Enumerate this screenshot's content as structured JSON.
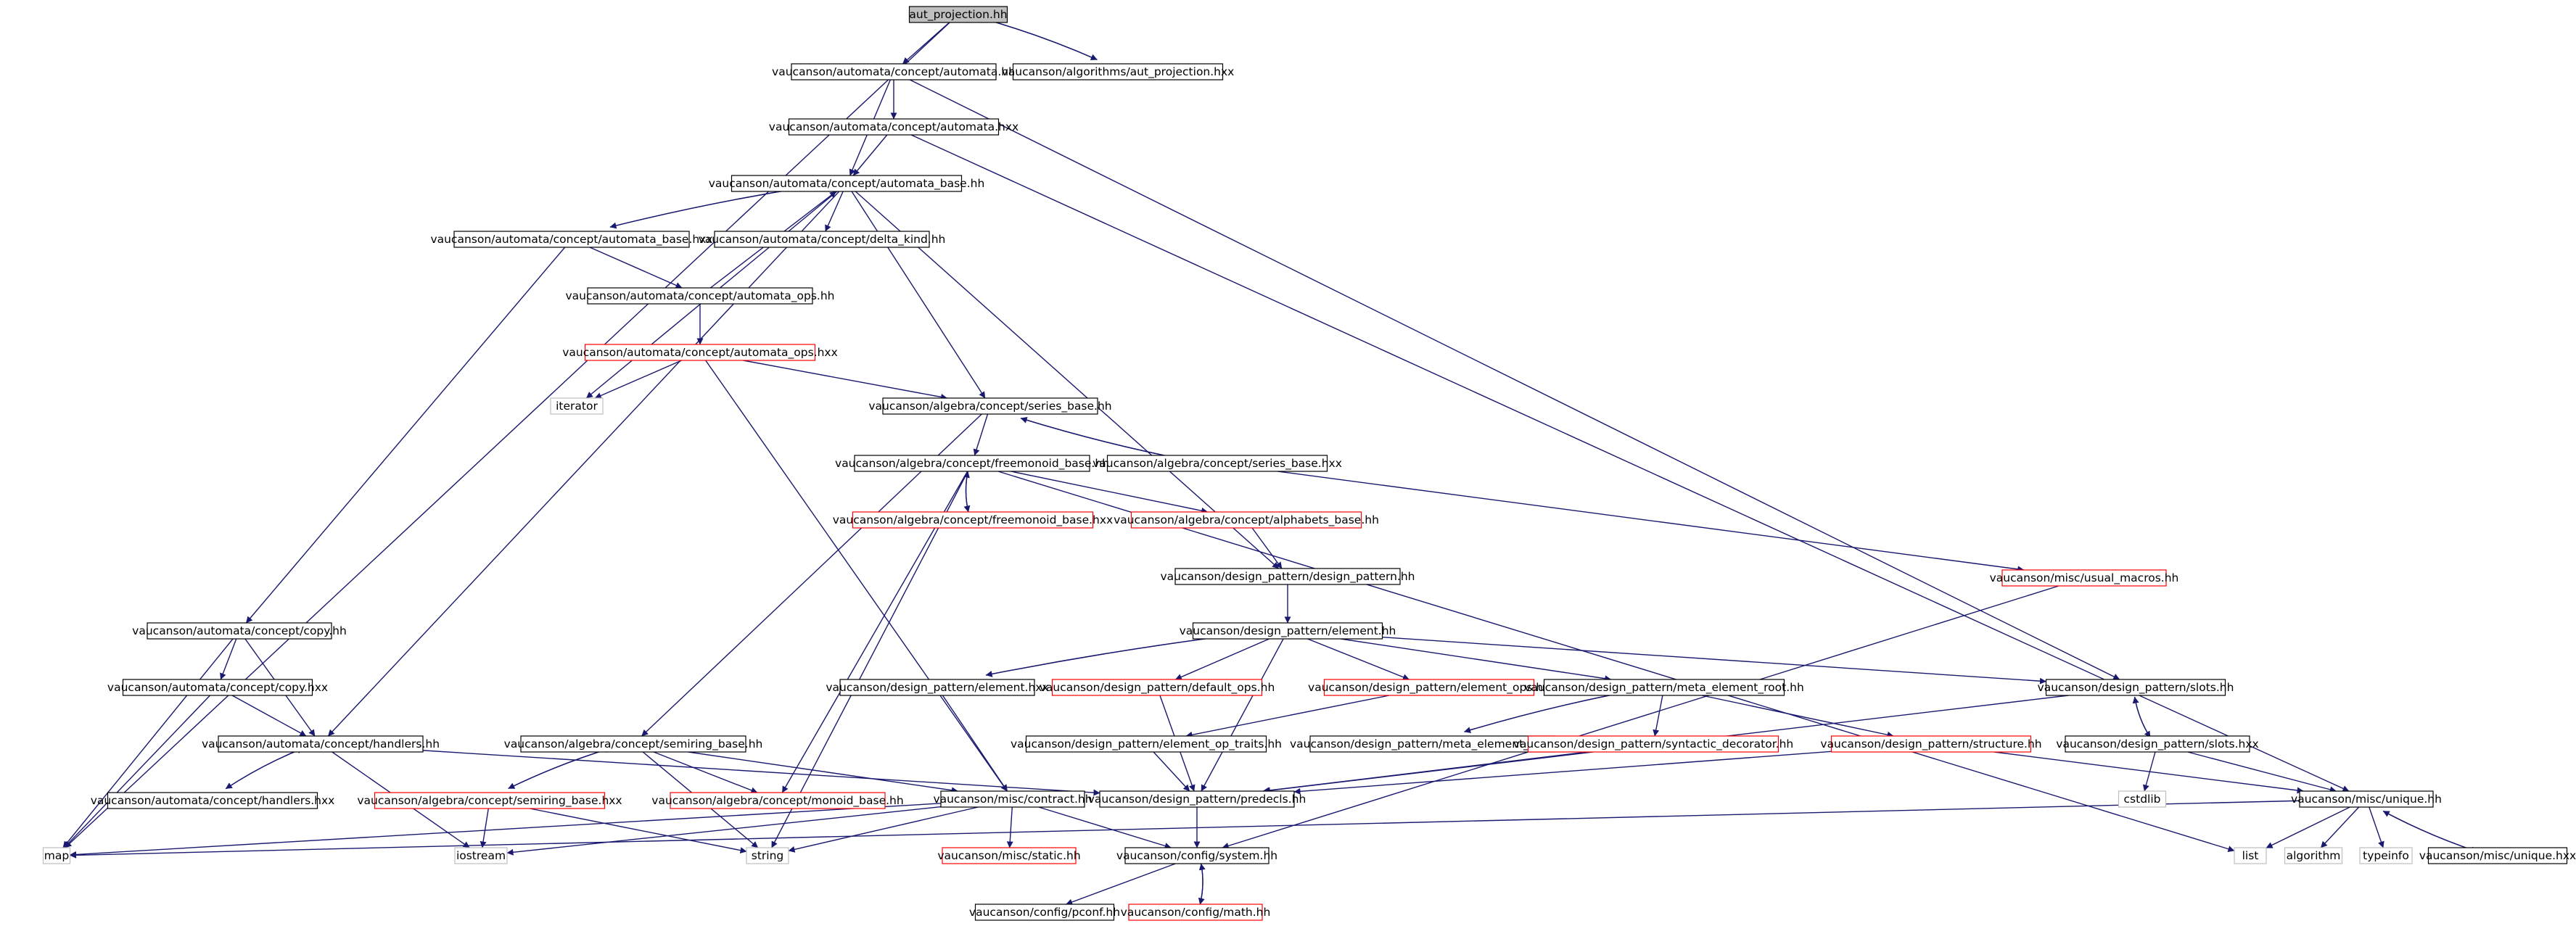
{
  "colors": {
    "edge": "#191970",
    "node_border": "#000000",
    "missing_border": "#ff0000",
    "external_border": "#bfbfbf",
    "root_fill": "#bfbfbf",
    "text": "#000000"
  },
  "nodes": [
    {
      "id": "root",
      "label": "aut_projection.hh",
      "style": "root"
    },
    {
      "id": "automata_hh",
      "label": "vaucanson/automata/concept/automata.hh",
      "style": "normal"
    },
    {
      "id": "alg_aut_proj_hxx",
      "label": "vaucanson/algorithms/aut_projection.hxx",
      "style": "normal"
    },
    {
      "id": "automata_hxx",
      "label": "vaucanson/automata/concept/automata.hxx",
      "style": "normal"
    },
    {
      "id": "automata_base_hh",
      "label": "vaucanson/automata/concept/automata_base.hh",
      "style": "normal"
    },
    {
      "id": "automata_base_hxx",
      "label": "vaucanson/automata/concept/automata_base.hxx",
      "style": "normal"
    },
    {
      "id": "delta_kind_hh",
      "label": "vaucanson/automata/concept/delta_kind.hh",
      "style": "normal"
    },
    {
      "id": "automata_ops_hh",
      "label": "vaucanson/automata/concept/automata_ops.hh",
      "style": "normal"
    },
    {
      "id": "automata_ops_hxx",
      "label": "vaucanson/automata/concept/automata_ops.hxx",
      "style": "missing"
    },
    {
      "id": "iterator",
      "label": "iterator",
      "style": "external"
    },
    {
      "id": "series_base_hh",
      "label": "vaucanson/algebra/concept/series_base.hh",
      "style": "normal"
    },
    {
      "id": "freemonoid_base_hh",
      "label": "vaucanson/algebra/concept/freemonoid_base.hh",
      "style": "normal"
    },
    {
      "id": "series_base_hxx",
      "label": "vaucanson/algebra/concept/series_base.hxx",
      "style": "normal"
    },
    {
      "id": "freemonoid_base_hxx",
      "label": "vaucanson/algebra/concept/freemonoid_base.hxx",
      "style": "missing"
    },
    {
      "id": "alphabets_base_hh",
      "label": "vaucanson/algebra/concept/alphabets_base.hh",
      "style": "missing"
    },
    {
      "id": "usual_macros_hh",
      "label": "vaucanson/misc/usual_macros.hh",
      "style": "missing"
    },
    {
      "id": "design_pattern_hh",
      "label": "vaucanson/design_pattern/design_pattern.hh",
      "style": "normal"
    },
    {
      "id": "copy_hh",
      "label": "vaucanson/automata/concept/copy.hh",
      "style": "normal"
    },
    {
      "id": "element_hh",
      "label": "vaucanson/design_pattern/element.hh",
      "style": "normal"
    },
    {
      "id": "copy_hxx",
      "label": "vaucanson/automata/concept/copy.hxx",
      "style": "normal"
    },
    {
      "id": "element_hxx",
      "label": "vaucanson/design_pattern/element.hxx",
      "style": "normal"
    },
    {
      "id": "default_ops_hh",
      "label": "vaucanson/design_pattern/default_ops.hh",
      "style": "missing"
    },
    {
      "id": "element_ops_hh",
      "label": "vaucanson/design_pattern/element_ops.hh",
      "style": "missing"
    },
    {
      "id": "meta_element_root_hh",
      "label": "vaucanson/design_pattern/meta_element_root.hh",
      "style": "normal"
    },
    {
      "id": "slots_hh",
      "label": "vaucanson/design_pattern/slots.hh",
      "style": "normal"
    },
    {
      "id": "handlers_hh",
      "label": "vaucanson/automata/concept/handlers.hh",
      "style": "normal"
    },
    {
      "id": "semiring_base_hh",
      "label": "vaucanson/algebra/concept/semiring_base.hh",
      "style": "normal"
    },
    {
      "id": "element_op_traits_hh",
      "label": "vaucanson/design_pattern/element_op_traits.hh",
      "style": "normal"
    },
    {
      "id": "meta_element_root_hxx",
      "label": "vaucanson/design_pattern/meta_element_root.hxx",
      "style": "normal"
    },
    {
      "id": "syntactic_decorator_hh",
      "label": "vaucanson/design_pattern/syntactic_decorator.hh",
      "style": "missing"
    },
    {
      "id": "structure_hh",
      "label": "vaucanson/design_pattern/structure.hh",
      "style": "missing"
    },
    {
      "id": "slots_hxx",
      "label": "vaucanson/design_pattern/slots.hxx",
      "style": "normal"
    },
    {
      "id": "handlers_hxx",
      "label": "vaucanson/automata/concept/handlers.hxx",
      "style": "normal"
    },
    {
      "id": "semiring_base_hxx",
      "label": "vaucanson/algebra/concept/semiring_base.hxx",
      "style": "missing"
    },
    {
      "id": "monoid_base_hh",
      "label": "vaucanson/algebra/concept/monoid_base.hh",
      "style": "missing"
    },
    {
      "id": "contract_hh",
      "label": "vaucanson/misc/contract.hh",
      "style": "normal"
    },
    {
      "id": "predecls_hh",
      "label": "vaucanson/design_pattern/predecls.hh",
      "style": "normal"
    },
    {
      "id": "cstdlib",
      "label": "cstdlib",
      "style": "external"
    },
    {
      "id": "unique_hh",
      "label": "vaucanson/misc/unique.hh",
      "style": "normal"
    },
    {
      "id": "map",
      "label": "map",
      "style": "external"
    },
    {
      "id": "iostream",
      "label": "iostream",
      "style": "external"
    },
    {
      "id": "string",
      "label": "string",
      "style": "external"
    },
    {
      "id": "static_hh",
      "label": "vaucanson/misc/static.hh",
      "style": "missing"
    },
    {
      "id": "system_hh",
      "label": "vaucanson/config/system.hh",
      "style": "normal"
    },
    {
      "id": "list",
      "label": "list",
      "style": "external"
    },
    {
      "id": "algorithm",
      "label": "algorithm",
      "style": "external"
    },
    {
      "id": "typeinfo",
      "label": "typeinfo",
      "style": "external"
    },
    {
      "id": "unique_hxx",
      "label": "vaucanson/misc/unique.hxx",
      "style": "normal"
    },
    {
      "id": "pconf_hh",
      "label": "vaucanson/config/pconf.hh",
      "style": "normal"
    },
    {
      "id": "math_hh",
      "label": "vaucanson/config/math.hh",
      "style": "missing"
    }
  ],
  "edges": [
    [
      "root",
      "automata_hh"
    ],
    [
      "root",
      "alg_aut_proj_hxx"
    ],
    [
      "alg_aut_proj_hxx",
      "root"
    ],
    [
      "root",
      "map"
    ],
    [
      "automata_hh",
      "automata_hxx"
    ],
    [
      "automata_hh",
      "automata_base_hh"
    ],
    [
      "automata_hh",
      "slots_hh"
    ],
    [
      "automata_hxx",
      "automata_base_hh"
    ],
    [
      "automata_hxx",
      "unique_hh"
    ],
    [
      "automata_base_hh",
      "automata_base_hxx"
    ],
    [
      "automata_base_hxx",
      "automata_base_hh"
    ],
    [
      "automata_base_hh",
      "delta_kind_hh"
    ],
    [
      "automata_base_hh",
      "iterator"
    ],
    [
      "automata_base_hh",
      "series_base_hh"
    ],
    [
      "automata_base_hh",
      "handlers_hh"
    ],
    [
      "automata_base_hh",
      "design_pattern_hh"
    ],
    [
      "automata_ops_hh",
      "automata_base_hh"
    ],
    [
      "automata_base_hxx",
      "automata_ops_hh"
    ],
    [
      "automata_base_hxx",
      "copy_hh"
    ],
    [
      "automata_ops_hh",
      "automata_ops_hxx"
    ],
    [
      "automata_ops_hxx",
      "iterator"
    ],
    [
      "automata_ops_hxx",
      "series_base_hh"
    ],
    [
      "automata_ops_hxx",
      "contract_hh"
    ],
    [
      "series_base_hh",
      "freemonoid_base_hh"
    ],
    [
      "series_base_hh",
      "series_base_hxx"
    ],
    [
      "series_base_hxx",
      "series_base_hh"
    ],
    [
      "series_base_hh",
      "semiring_base_hh"
    ],
    [
      "series_base_hxx",
      "usual_macros_hh"
    ],
    [
      "freemonoid_base_hh",
      "freemonoid_base_hxx"
    ],
    [
      "freemonoid_base_hxx",
      "freemonoid_base_hh"
    ],
    [
      "freemonoid_base_hh",
      "alphabets_base_hh"
    ],
    [
      "freemonoid_base_hh",
      "monoid_base_hh"
    ],
    [
      "freemonoid_base_hh",
      "string"
    ],
    [
      "freemonoid_base_hh",
      "list"
    ],
    [
      "alphabets_base_hh",
      "design_pattern_hh"
    ],
    [
      "design_pattern_hh",
      "element_hh"
    ],
    [
      "usual_macros_hh",
      "system_hh"
    ],
    [
      "element_hh",
      "element_hxx"
    ],
    [
      "element_hxx",
      "element_hh"
    ],
    [
      "element_hh",
      "default_ops_hh"
    ],
    [
      "element_hh",
      "element_ops_hh"
    ],
    [
      "element_hh",
      "meta_element_root_hh"
    ],
    [
      "element_hh",
      "slots_hh"
    ],
    [
      "element_hh",
      "predecls_hh"
    ],
    [
      "element_hxx",
      "contract_hh"
    ],
    [
      "default_ops_hh",
      "predecls_hh"
    ],
    [
      "element_ops_hh",
      "element_op_traits_hh"
    ],
    [
      "element_op_traits_hh",
      "predecls_hh"
    ],
    [
      "meta_element_root_hh",
      "meta_element_root_hxx"
    ],
    [
      "meta_element_root_hxx",
      "meta_element_root_hh"
    ],
    [
      "meta_element_root_hh",
      "syntactic_decorator_hh"
    ],
    [
      "meta_element_root_hh",
      "structure_hh"
    ],
    [
      "syntactic_decorator_hh",
      "predecls_hh"
    ],
    [
      "structure_hh",
      "unique_hh"
    ],
    [
      "structure_hh",
      "predecls_hh"
    ],
    [
      "slots_hh",
      "slots_hxx"
    ],
    [
      "slots_hxx",
      "slots_hh"
    ],
    [
      "slots_hh",
      "predecls_hh"
    ],
    [
      "slots_hxx",
      "cstdlib"
    ],
    [
      "slots_hxx",
      "unique_hh"
    ],
    [
      "copy_hh",
      "copy_hxx"
    ],
    [
      "copy_hh",
      "handlers_hh"
    ],
    [
      "copy_hh",
      "map"
    ],
    [
      "copy_hxx",
      "handlers_hh"
    ],
    [
      "copy_hxx",
      "map"
    ],
    [
      "handlers_hh",
      "handlers_hxx"
    ],
    [
      "handlers_hxx",
      "handlers_hh"
    ],
    [
      "handlers_hh",
      "iostream"
    ],
    [
      "handlers_hh",
      "predecls_hh"
    ],
    [
      "semiring_base_hh",
      "semiring_base_hxx"
    ],
    [
      "semiring_base_hxx",
      "semiring_base_hh"
    ],
    [
      "semiring_base_hh",
      "monoid_base_hh"
    ],
    [
      "semiring_base_hh",
      "contract_hh"
    ],
    [
      "semiring_base_hh",
      "string"
    ],
    [
      "semiring_base_hxx",
      "iostream"
    ],
    [
      "semiring_base_hxx",
      "string"
    ],
    [
      "contract_hh",
      "iostream"
    ],
    [
      "contract_hh",
      "string"
    ],
    [
      "contract_hh",
      "static_hh"
    ],
    [
      "contract_hh",
      "system_hh"
    ],
    [
      "contract_hh",
      "map"
    ],
    [
      "predecls_hh",
      "system_hh"
    ],
    [
      "unique_hh",
      "list"
    ],
    [
      "unique_hh",
      "algorithm"
    ],
    [
      "unique_hh",
      "typeinfo"
    ],
    [
      "unique_hh",
      "unique_hxx"
    ],
    [
      "unique_hxx",
      "unique_hh"
    ],
    [
      "unique_hh",
      "map"
    ],
    [
      "system_hh",
      "pconf_hh"
    ],
    [
      "system_hh",
      "math_hh"
    ],
    [
      "math_hh",
      "system_hh"
    ]
  ]
}
